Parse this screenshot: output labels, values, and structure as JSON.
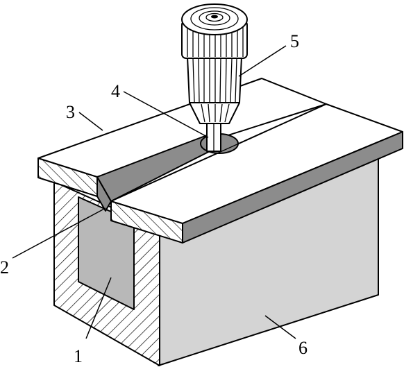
{
  "labels": {
    "part1": "1",
    "part2": "2",
    "part3": "3",
    "part4": "4",
    "part5": "5",
    "part6": "6"
  },
  "colors": {
    "line": "#000000",
    "background": "#ffffff",
    "weld_bead": "#8c8c8c",
    "bead_light": "#a6a6a6",
    "side_face": "#d4d4d4",
    "backing_fill": "#b8b8b8",
    "plate_top": "#ffffff"
  },
  "icons": {
    "tool": "welding-torch-icon",
    "hatch": "section-hatch-pattern"
  }
}
